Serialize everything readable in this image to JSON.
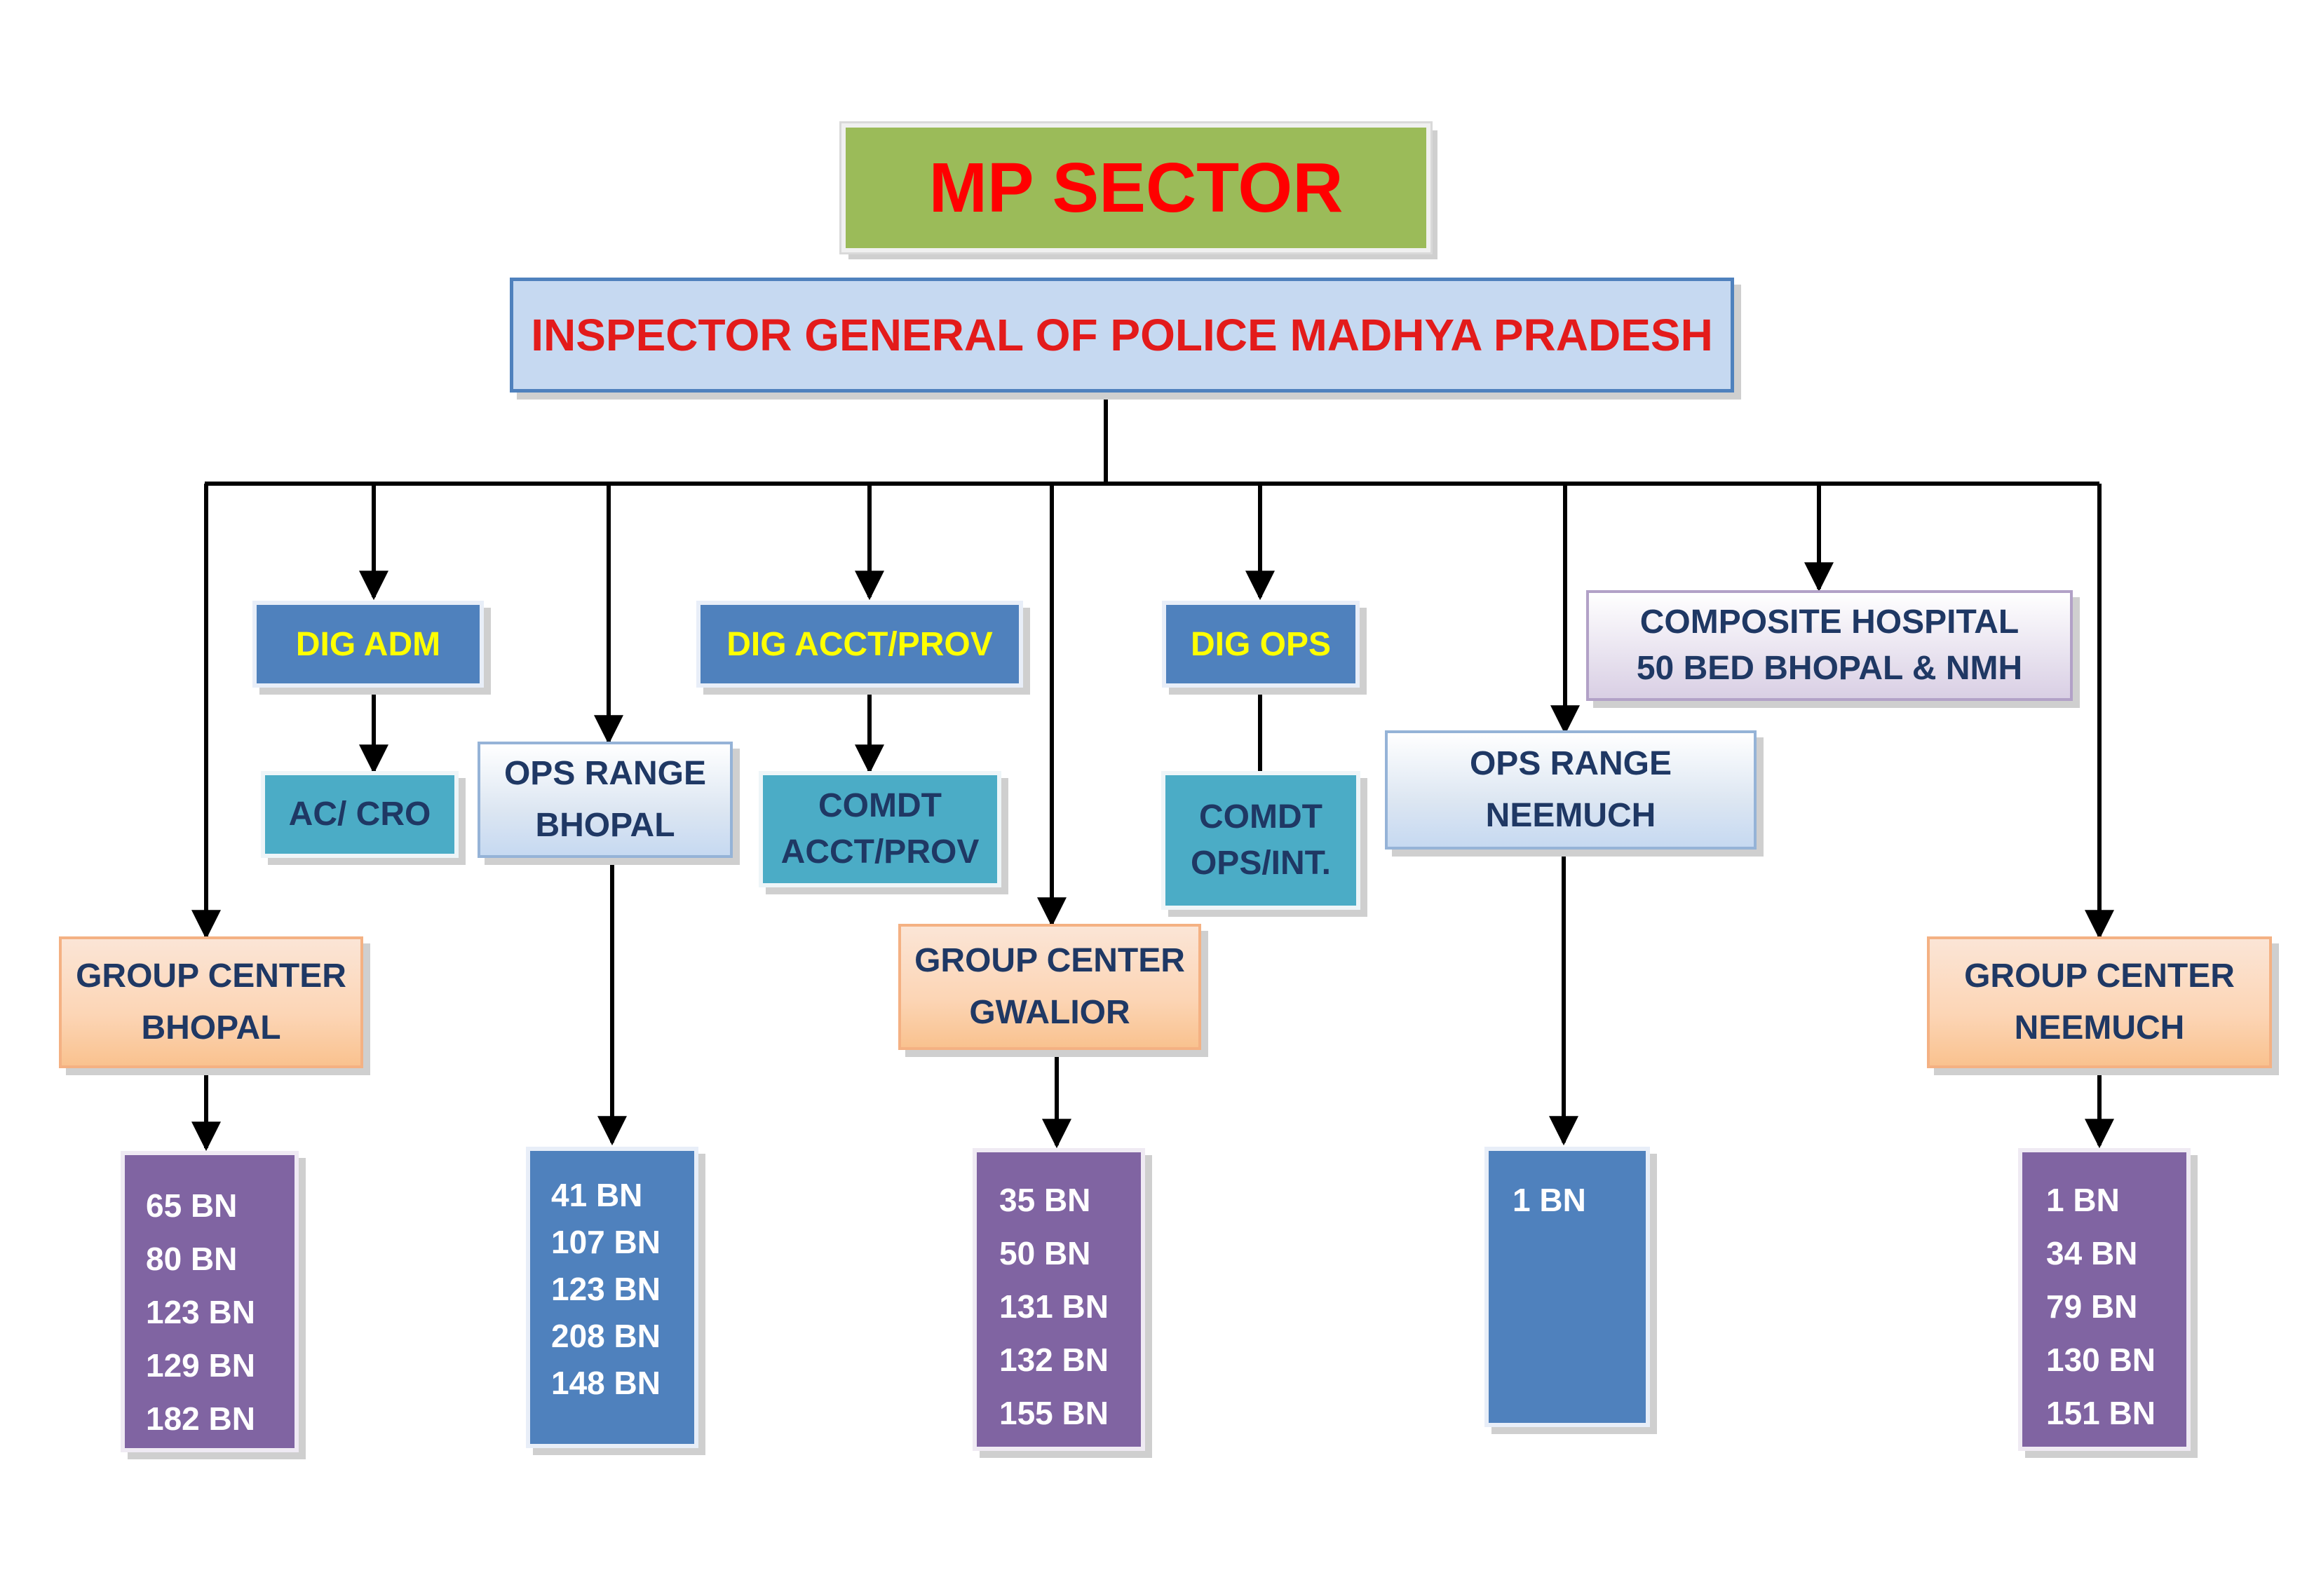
{
  "title": "MP SECTOR",
  "head": "INSPECTOR GENERAL OF POLICE MADHYA PRADESH",
  "dig_adm": "DIG ADM",
  "dig_acct": "DIG ACCT/PROV",
  "dig_ops": "DIG OPS",
  "hospital": {
    "line1": "COMPOSITE HOSPITAL",
    "line2": "50 BED BHOPAL &  NMH"
  },
  "ac_cro": "AC/ CRO",
  "ops_range_bhopal": {
    "line1": "OPS RANGE",
    "line2": "BHOPAL"
  },
  "comdt_acct": {
    "line1": "COMDT",
    "line2": "ACCT/PROV"
  },
  "comdt_ops": {
    "line1": "COMDT",
    "line2": "OPS/INT."
  },
  "ops_range_neemuch": {
    "line1": "OPS RANGE",
    "line2": "NEEMUCH"
  },
  "gc_bhopal": {
    "line1": "GROUP CENTER",
    "line2": "BHOPAL"
  },
  "gc_gwalior": {
    "line1": "GROUP CENTER",
    "line2": "GWALIOR"
  },
  "gc_neemuch": {
    "line1": "GROUP CENTER",
    "line2": "NEEMUCH"
  },
  "bn_gc_bhopal": [
    "65 BN",
    "80 BN",
    "123 BN",
    "129 BN",
    "182 BN"
  ],
  "bn_ops_bhopal": [
    "41 BN",
    "107 BN",
    "123 BN",
    "208 BN",
    "148 BN"
  ],
  "bn_gc_gwalior": [
    "35 BN",
    "50 BN",
    "131 BN",
    "132 BN",
    "155 BN"
  ],
  "bn_ops_neemuch": [
    "1 BN"
  ],
  "bn_gc_neemuch": [
    "1 BN",
    "34 BN",
    "79 BN",
    "130 BN",
    "151 BN"
  ],
  "colors": {
    "title_bg": "#9bbb59",
    "title_text": "#ff0000",
    "head_bg": "#c6d9f1",
    "dig_bg": "#4f81bd",
    "dig_text": "#ffff00",
    "teal_bg": "#4bacc6",
    "gc_bg": "#fcd5b5",
    "bn_purple": "#8064a2",
    "bn_blue": "#4f81bd",
    "dark_text": "#1f3864"
  }
}
